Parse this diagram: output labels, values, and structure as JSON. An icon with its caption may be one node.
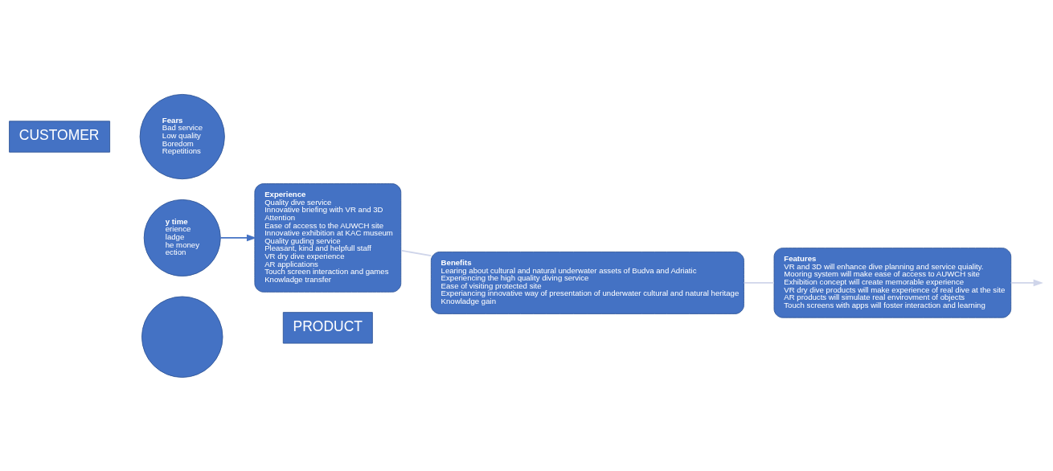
{
  "diagram": {
    "nodes": [
      {
        "text": [
          "CUSTOMER"
        ]
      },
      {
        "text": [
          "Fears",
          "Bad service",
          "Low quality",
          "Boredom",
          "Repetitions"
        ]
      },
      {
        "text": [
          "y time",
          "erience",
          "ladge",
          "he money",
          "ection"
        ]
      },
      {
        "text": [],
        "shape": "circle"
      },
      {
        "text": [
          "Experience",
          "Quality dive service",
          "Innovative briefing with VR and 3D",
          "Attention",
          "Ease of access to the AUWCH site",
          "Innovative exhibition at KAC museum",
          "Quality guding service",
          "Pleasant, kind and helpfull staff",
          "VR dry dive experience",
          "AR applications",
          "Touch screen interaction and games",
          "Knowladge transfer"
        ]
      },
      {
        "text": [
          "PRODUCT"
        ]
      },
      {
        "text": [
          "Benefits",
          "Learing about cultural and natural underwater assets of Budva and Adriatic",
          "Experiencing the high quality diving service",
          "Ease of visiting protected site",
          "Experiancing innovative way of presentation of underwater cultural and natural heritage",
          "Knowladge gain"
        ]
      },
      {
        "text": [
          "Features",
          "VR and 3D will enhance dive planning and service quiality.",
          "Mooring system will make ease of access to AUWCH site",
          "Exhibition concept will create memorable experience",
          "VR dry dive products will make experience of real dive at the site",
          "AR products will simulate real envirovment of objects",
          "Touch screens with apps will foster interaction and learning"
        ]
      }
    ],
    "edges": [
      {
        "from": 2,
        "to": 4,
        "arrow": "to",
        "color": "#4472c4"
      },
      {
        "from": 4,
        "to": 6,
        "arrow": "none"
      },
      {
        "from": 6,
        "to": 7,
        "arrow": "none"
      },
      {
        "from": 7,
        "to": null,
        "arrow": "to"
      }
    ]
  }
}
